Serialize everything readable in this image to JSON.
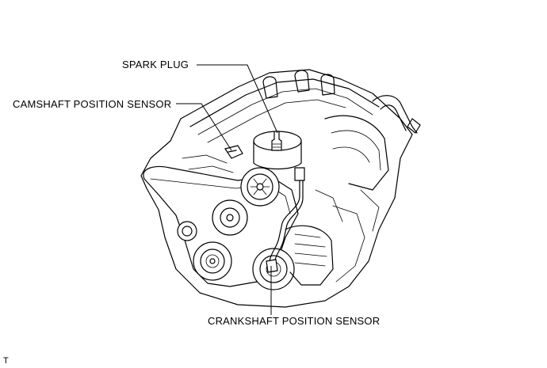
{
  "labels": {
    "spark_plug": "SPARK PLUG",
    "camshaft_position_sensor": "CAMSHAFT POSITION SENSOR",
    "crankshaft_position_sensor": "CRANKSHAFT POSITION SENSOR"
  },
  "corner_mark": "T"
}
